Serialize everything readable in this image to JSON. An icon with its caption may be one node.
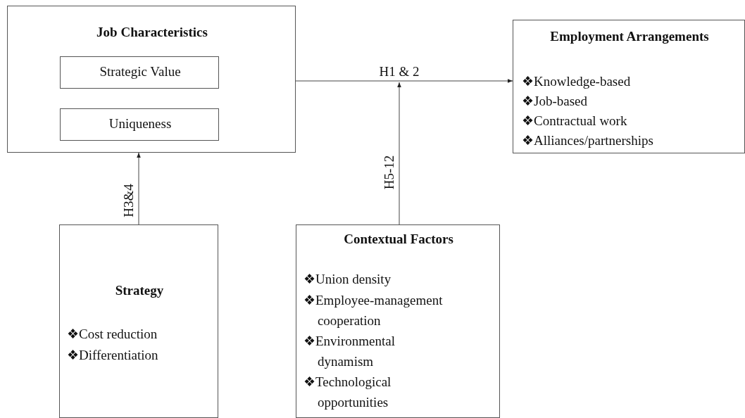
{
  "diagram": {
    "nodes": [
      {
        "text": [
          "Job Characteristics"
        ]
      },
      {
        "text": [
          "Strategic Value"
        ],
        "in": 0
      },
      {
        "text": [
          "Uniqueness"
        ],
        "in": 0
      },
      {
        "text": [
          "Employment Arrangements",
          "❖Knowledge-based",
          "❖Job-based",
          "❖Contractual work",
          "❖Alliances/partnerships"
        ]
      },
      {
        "text": [
          "Strategy",
          "❖Cost reduction",
          "❖Differentiation"
        ]
      },
      {
        "text": [
          "Contextual Factors",
          "❖Union density",
          "❖Employee-management cooperation",
          "❖Environmental dynamism",
          "❖Technological opportunities"
        ]
      }
    ],
    "edges": [
      {
        "from": 0,
        "to": 3,
        "arrow": "to",
        "label": "H1 & 2"
      },
      {
        "from": 4,
        "to": 0,
        "arrow": "to",
        "label": "H3&4"
      },
      {
        "from": 5,
        "to": null,
        "arrow": "to",
        "label": "H5-12"
      }
    ]
  }
}
